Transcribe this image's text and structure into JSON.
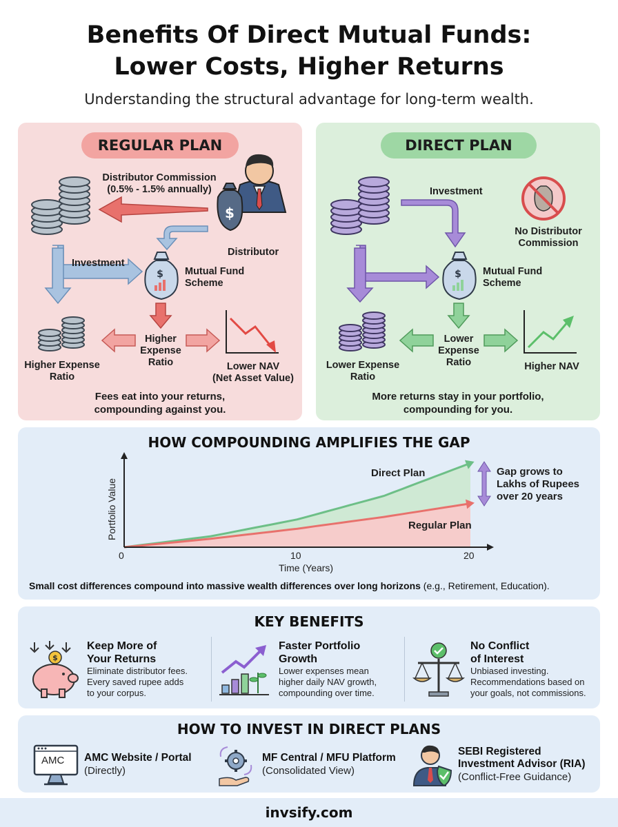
{
  "header": {
    "title_line1": "Benefits Of Direct Mutual Funds:",
    "title_line2": "Lower Costs, Higher Returns",
    "subtitle": "Understanding the structural advantage for long-term wealth."
  },
  "regular": {
    "pill": "REGULAR PLAN",
    "commission_line1": "Distributor Commission",
    "commission_line2": "(0.5% - 1.5% annually)",
    "distributor": "Distributor",
    "investment": "Investment",
    "scheme_line1": "Mutual Fund",
    "scheme_line2": "Scheme",
    "ratio_line1": "Higher",
    "ratio_line2": "Expense",
    "ratio_line3": "Ratio",
    "left_line1": "Higher Expense",
    "left_line2": "Ratio",
    "nav_line1": "Lower NAV",
    "nav_line2": "(Net Asset Value)",
    "tagline1": "Fees eat into your returns,",
    "tagline2": "compounding against you."
  },
  "direct": {
    "pill": "DIRECT PLAN",
    "investment": "Investment",
    "nocomm_line1": "No Distributor",
    "nocomm_line2": "Commission",
    "scheme_line1": "Mutual Fund",
    "scheme_line2": "Scheme",
    "ratio_line1": "Lower",
    "ratio_line2": "Expense",
    "ratio_line3": "Ratio",
    "left_line1": "Lower Expense",
    "left_line2": "Ratio",
    "nav": "Higher NAV",
    "tagline1": "More returns stay in your portfolio,",
    "tagline2": "compounding for you."
  },
  "compounding": {
    "title": "HOW COMPOUNDING AMPLIFIES THE GAP",
    "ylabel": "Portfolio Value",
    "xlabel": "Time (Years)",
    "tick0": "0",
    "tick10": "10",
    "tick20": "20",
    "direct_label": "Direct Plan",
    "regular_label": "Regular Plan",
    "gap_line1": "Gap grows to",
    "gap_line2": "Lakhs of Rupees",
    "gap_line3": "over 20 years",
    "note_bold": "Small cost differences compound into massive wealth differences over long horizons",
    "note_rest": " (e.g., Retirement, Education)."
  },
  "chart_data": {
    "type": "area",
    "xlabel": "Time (Years)",
    "ylabel": "Portfolio Value",
    "xlim": [
      0,
      20
    ],
    "x_ticks": [
      0,
      10,
      20
    ],
    "series": [
      {
        "name": "Direct Plan",
        "color": "#6dbf87",
        "x": [
          0,
          5,
          10,
          15,
          20
        ],
        "y": [
          0,
          0.13,
          0.33,
          0.61,
          1.0
        ]
      },
      {
        "name": "Regular Plan",
        "color": "#e8716c",
        "x": [
          0,
          5,
          10,
          15,
          20
        ],
        "y": [
          0,
          0.1,
          0.22,
          0.36,
          0.52
        ]
      }
    ]
  },
  "benefits": {
    "title": "KEY BENEFITS",
    "items": [
      {
        "title1": "Keep More of",
        "title2": "Your Returns",
        "text1": "Eliminate distributor fees.",
        "text2": "Every saved rupee adds",
        "text3": "to your corpus.",
        "icon": "piggy-bank-icon"
      },
      {
        "title1": "Faster Portfolio",
        "title2": "Growth",
        "text1": "Lower expenses mean",
        "text2": "higher daily NAV growth,",
        "text3": "compounding over time.",
        "icon": "growth-chart-icon"
      },
      {
        "title1": "No Conflict",
        "title2": "of Interest",
        "text1": "Unbiased investing.",
        "text2": "Recommendations based on",
        "text3": "your goals, not commissions.",
        "icon": "balance-scale-icon"
      }
    ]
  },
  "howto": {
    "title": "HOW TO INVEST IN DIRECT PLANS",
    "monitor_text": "AMC",
    "items": [
      {
        "title1": "AMC Website / Portal",
        "title2": "",
        "sub": "(Directly)"
      },
      {
        "title1": "MF Central / MFU Platform",
        "title2": "",
        "sub": "(Consolidated View)"
      },
      {
        "title1": "SEBI Registered",
        "title2": "Investment Advisor (RIA)",
        "sub": "(Conflict-Free Guidance)"
      }
    ]
  },
  "footer": {
    "text": "invsify.com"
  },
  "colors": {
    "regular_bg": "#f7dcdc",
    "direct_bg": "#dcefdc",
    "section_bg": "#e3edf8",
    "red_arrow": "#e8716c",
    "blue_arrow": "#a9c3e0",
    "purple_arrow": "#a78bd8",
    "green_arrow": "#8fd29a"
  }
}
